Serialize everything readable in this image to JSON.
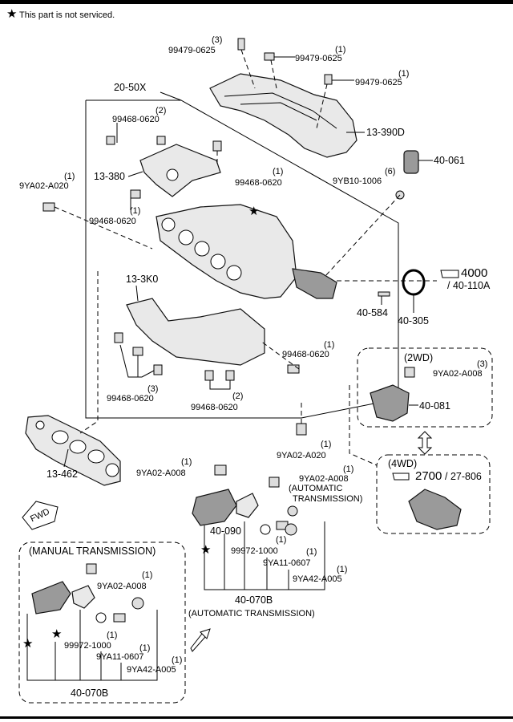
{
  "header": {
    "note_symbol": "★",
    "note_text": "This part is not serviced."
  },
  "labels": {
    "p20_50x": "20-50X",
    "p13_390d": "13-390D",
    "p13_380": "13-380",
    "p13_3k0": "13-3K0",
    "p13_462": "13-462",
    "p40_061": "40-061",
    "p40_584": "40-584",
    "p40_305": "40-305",
    "p40_081": "40-081",
    "p40_090": "40-090",
    "p40_070b_auto": "40-070B",
    "p40_070b_manual": "40-070B",
    "ref_4000": "4000",
    "ref_40_110a": "/ 40-110A",
    "ref_2700": "2700",
    "ref_27_806": "/ 27-806",
    "box_2wd": "(2WD)",
    "box_4wd": "(4WD)",
    "box_manual": "(MANUAL TRANSMISSION)",
    "auto_trans_1": "(AUTOMATIC",
    "auto_trans_2": "TRANSMISSION)",
    "auto_trans_bottom": "(AUTOMATIC TRANSMISSION)",
    "fwd": "FWD"
  },
  "fasteners": [
    {
      "id": "b1",
      "qty": "(3)",
      "part": "99479-0625"
    },
    {
      "id": "b2",
      "qty": "(1)",
      "part": "99479-0625"
    },
    {
      "id": "b3",
      "qty": "(1)",
      "part": "99479-0625"
    },
    {
      "id": "b4",
      "qty": "(2)",
      "part": "99468-0620"
    },
    {
      "id": "b5",
      "qty": "(1)",
      "part": "99468-0620"
    },
    {
      "id": "b6",
      "qty": "(1)",
      "part": "99468-0620"
    },
    {
      "id": "b7",
      "qty": "(1)",
      "part": "9YA02-A020"
    },
    {
      "id": "b8",
      "qty": "(6)",
      "part": "9YB10-1006"
    },
    {
      "id": "b9",
      "qty": "(1)",
      "part": "99468-0620"
    },
    {
      "id": "b10",
      "qty": "(3)",
      "part": "99468-0620"
    },
    {
      "id": "b11",
      "qty": "(2)",
      "part": "99468-0620"
    },
    {
      "id": "b12",
      "qty": "(3)",
      "part": "9YA02-A008"
    },
    {
      "id": "b13",
      "qty": "(1)",
      "part": "9YA02-A020"
    },
    {
      "id": "b14",
      "qty": "(1)",
      "part": "9YA02-A008"
    },
    {
      "id": "b15",
      "qty": "(1)",
      "part": "9YA02-A008"
    },
    {
      "id": "b16",
      "qty": "(1)",
      "part": "99972-1000"
    },
    {
      "id": "b17",
      "qty": "(1)",
      "part": "9YA11-0607"
    },
    {
      "id": "b18",
      "qty": "(1)",
      "part": "9YA42-A005"
    },
    {
      "id": "b19",
      "qty": "(1)",
      "part": "9YA02-A008"
    },
    {
      "id": "b20",
      "qty": "(1)",
      "part": "99972-1000"
    },
    {
      "id": "b21",
      "qty": "(1)",
      "part": "9YA11-0607"
    },
    {
      "id": "b22",
      "qty": "(1)",
      "part": "9YA42-A005"
    }
  ]
}
